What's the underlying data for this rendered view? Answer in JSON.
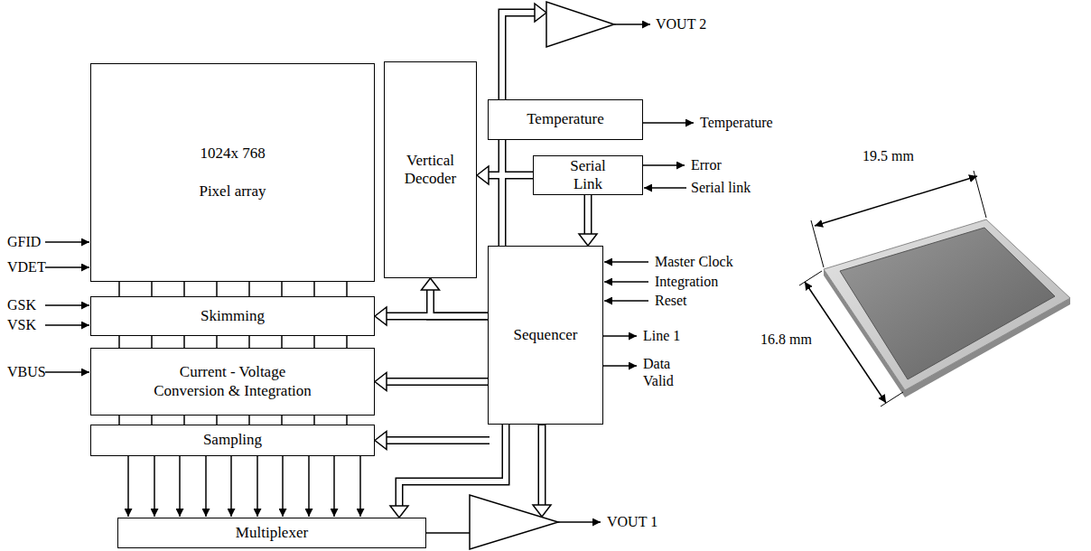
{
  "diagram": {
    "nodes": [
      {
        "text": [
          "1024x 768",
          "Pixel array"
        ]
      },
      {
        "text": [
          "Vertical Decoder"
        ]
      },
      {
        "text": [
          "Temperature"
        ]
      },
      {
        "text": [
          "Serial Link"
        ]
      },
      {
        "text": [
          "Sequencer"
        ]
      },
      {
        "text": [
          "Skimming"
        ]
      },
      {
        "text": [
          "Current - Voltage Conversion & Integration"
        ]
      },
      {
        "text": [
          "Sampling"
        ]
      },
      {
        "text": [
          "Multiplexer"
        ]
      }
    ],
    "edges": [
      {
        "from": 0,
        "to": 5,
        "arrow": "none"
      },
      {
        "from": 5,
        "to": 6,
        "arrow": "none"
      },
      {
        "from": 6,
        "to": 7,
        "arrow": "none"
      },
      {
        "from": 7,
        "to": 8,
        "arrow": "to"
      },
      {
        "from": 3,
        "to": 1,
        "arrow": "to"
      },
      {
        "from": 3,
        "to": 4,
        "arrow": "to"
      },
      {
        "from": 4,
        "to": 1,
        "arrow": "to"
      },
      {
        "from": 4,
        "to": 5,
        "arrow": "to"
      },
      {
        "from": 4,
        "to": 6,
        "arrow": "to"
      },
      {
        "from": 4,
        "to": 7,
        "arrow": "to"
      },
      {
        "from": 4,
        "to": 8,
        "arrow": "to"
      }
    ],
    "labels": [
      "VOUT 2",
      "Temperature",
      "Error",
      "Serial link",
      "Master Clock",
      "Integration",
      "Reset",
      "Line 1",
      "Data Valid",
      "GFID",
      "VDET",
      "GSK",
      "VSK",
      "VBUS",
      "VOUT 1",
      "19.5 mm",
      "16.8 mm"
    ]
  }
}
